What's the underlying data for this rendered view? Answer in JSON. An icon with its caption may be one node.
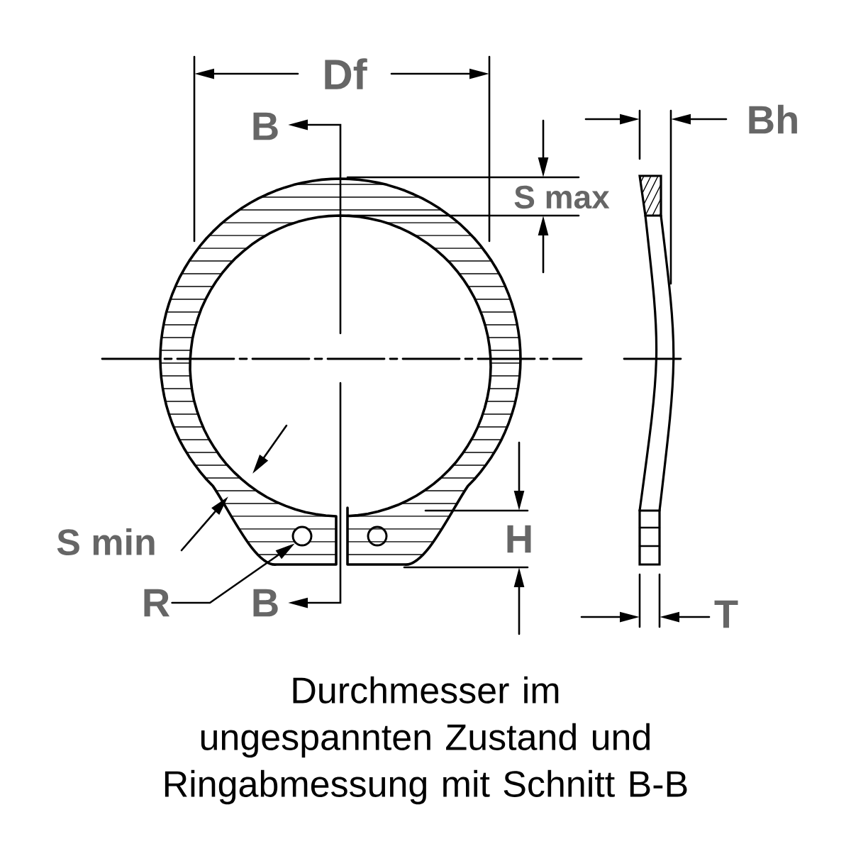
{
  "diagram": {
    "caption": "Durchmesser im ungespannten Zustand und Ringabmessung mit Schnitt B-B",
    "nodes": [
      {
        "text": [
          "R"
        ]
      },
      {
        "text": [],
        "shape": "circle"
      }
    ],
    "edges": [
      {
        "from": 0,
        "to": 1,
        "arrow": "to"
      }
    ],
    "labels": [
      "Df",
      "B",
      "Bh",
      "S max",
      "S min",
      "H",
      "B",
      "T"
    ]
  }
}
